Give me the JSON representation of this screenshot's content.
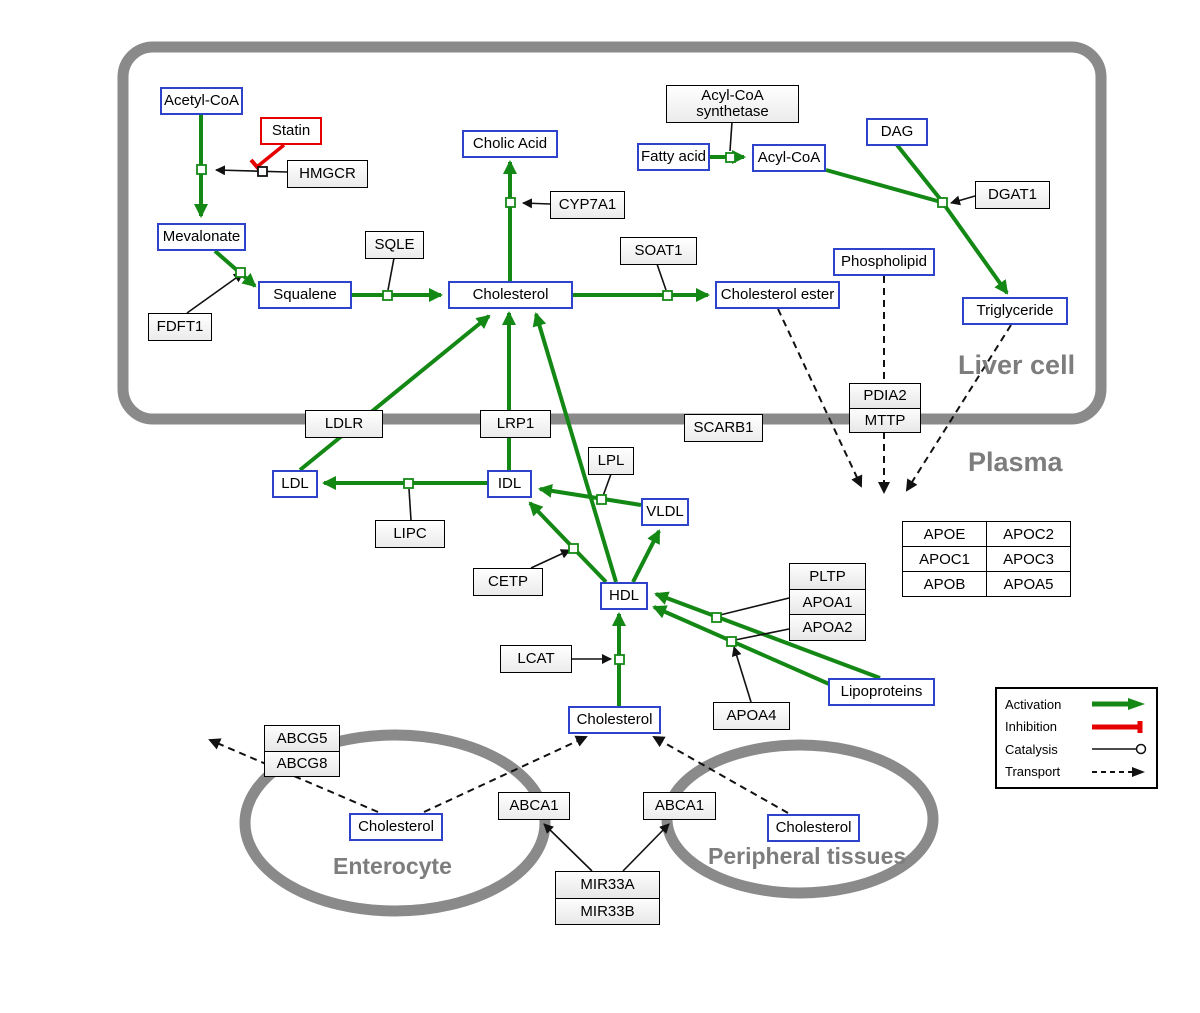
{
  "compartments": {
    "liver_cell": "Liver cell",
    "plasma": "Plasma",
    "enterocyte": "Enterocyte",
    "peripheral_tissues": "Peripheral tissues"
  },
  "nodes": {
    "acetyl_coa": "Acetyl-CoA",
    "statin": "Statin",
    "hmgcr": "HMGCR",
    "mevalonate": "Mevalonate",
    "fdft1": "FDFT1",
    "squalene": "Squalene",
    "sqle": "SQLE",
    "cholesterol_liver": "Cholesterol",
    "cholic_acid": "Cholic Acid",
    "cyp7a1": "CYP7A1",
    "soat1": "SOAT1",
    "cholesterol_ester": "Cholesterol ester",
    "fatty_acid": "Fatty acid",
    "acyl_coa_synthetase": "Acyl-CoA synthetase",
    "acyl_coa": "Acyl-CoA",
    "dag": "DAG",
    "dgat1": "DGAT1",
    "phospholipid": "Phospholipid",
    "triglyceride": "Triglyceride",
    "pdia2": "PDIA2",
    "mttp": "MTTP",
    "ldlr": "LDLR",
    "lrp1": "LRP1",
    "scarb1": "SCARB1",
    "ldl": "LDL",
    "idl": "IDL",
    "vldl": "VLDL",
    "lpl": "LPL",
    "lipc": "LIPC",
    "cetp": "CETP",
    "hdl": "HDL",
    "lcat": "LCAT",
    "cholesterol_plasma": "Cholesterol",
    "pltp": "PLTP",
    "apoa1": "APOA1",
    "apoa2": "APOA2",
    "apoa4": "APOA4",
    "lipoproteins": "Lipoproteins",
    "apoe": "APOE",
    "apoc2": "APOC2",
    "apoc1": "APOC1",
    "apoc3": "APOC3",
    "apob": "APOB",
    "apoa5": "APOA5",
    "abcg5": "ABCG5",
    "abcg8": "ABCG8",
    "cholesterol_enterocyte": "Cholesterol",
    "cholesterol_peripheral": "Cholesterol",
    "abca1_enterocyte": "ABCA1",
    "abca1_peripheral": "ABCA1",
    "mir33a": "MIR33A",
    "mir33b": "MIR33B"
  },
  "legend": {
    "activation": "Activation",
    "inhibition": "Inhibition",
    "catalysis": "Catalysis",
    "transport": "Transport"
  },
  "colors": {
    "activation_green": "#148814",
    "inhibition_red": "#e60000",
    "entity_blue_border": "#2d43cc",
    "membrane_gray": "#8a8a8a"
  }
}
